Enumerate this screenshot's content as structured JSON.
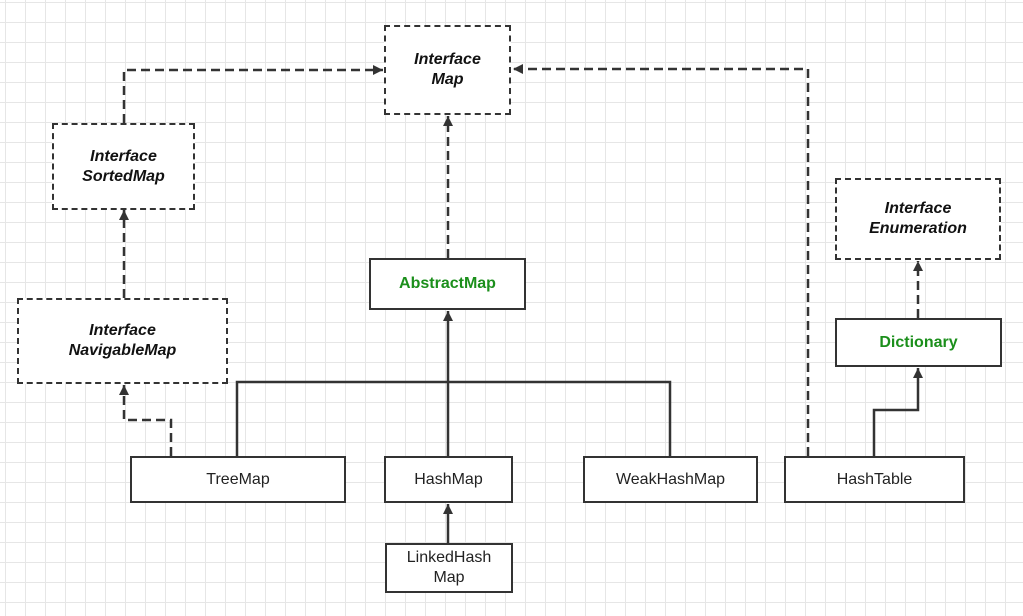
{
  "diagram": {
    "nodes": {
      "map": {
        "line1": "Interface",
        "line2": "Map"
      },
      "sortedmap": {
        "line1": "Interface",
        "line2": "SortedMap"
      },
      "navigablemap": {
        "line1": "Interface",
        "line2": "NavigableMap"
      },
      "abstractmap": {
        "label": "AbstractMap"
      },
      "enumeration": {
        "line1": "Interface",
        "line2": "Enumeration"
      },
      "dictionary": {
        "label": "Dictionary"
      },
      "treemap": {
        "label": "TreeMap"
      },
      "hashmap": {
        "label": "HashMap"
      },
      "weakhashmap": {
        "label": "WeakHashMap"
      },
      "hashtable": {
        "label": "HashTable"
      },
      "linkedhashmap": {
        "line1": "LinkedHash",
        "line2": "Map"
      }
    },
    "edges": [
      {
        "from": "sortedmap",
        "to": "map",
        "style": "dashed"
      },
      {
        "from": "navigablemap",
        "to": "sortedmap",
        "style": "dashed"
      },
      {
        "from": "treemap",
        "to": "navigablemap",
        "style": "dashed"
      },
      {
        "from": "abstractmap",
        "to": "map",
        "style": "dashed"
      },
      {
        "from": "hashtable",
        "to": "map",
        "style": "dashed"
      },
      {
        "from": "treemap",
        "to": "abstractmap",
        "style": "solid"
      },
      {
        "from": "hashmap",
        "to": "abstractmap",
        "style": "solid"
      },
      {
        "from": "weakhashmap",
        "to": "abstractmap",
        "style": "solid"
      },
      {
        "from": "linkedhashmap",
        "to": "hashmap",
        "style": "solid"
      },
      {
        "from": "dictionary",
        "to": "enumeration",
        "style": "dashed"
      },
      {
        "from": "hashtable",
        "to": "dictionary",
        "style": "solid"
      }
    ],
    "colors": {
      "line": "#333333",
      "abstract_text": "#1b8f1b",
      "grid": "#e6e6e6"
    }
  }
}
